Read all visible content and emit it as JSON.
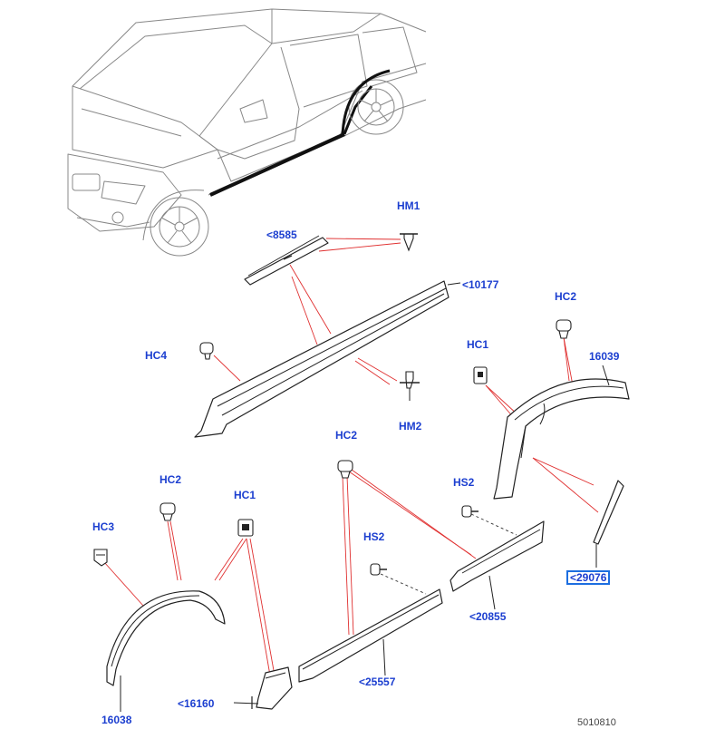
{
  "diagram": {
    "callouts": [
      {
        "id": "HM1",
        "text": "HM1"
      },
      {
        "id": "8585",
        "text": "<8585"
      },
      {
        "id": "10177",
        "text": "<10177"
      },
      {
        "id": "HC2_right",
        "text": "HC2"
      },
      {
        "id": "HC4",
        "text": "HC4"
      },
      {
        "id": "HC1_right",
        "text": "HC1"
      },
      {
        "id": "16039",
        "text": "16039"
      },
      {
        "id": "HM2",
        "text": "HM2"
      },
      {
        "id": "HC2_middle",
        "text": "HC2"
      },
      {
        "id": "HS2_right",
        "text": "HS2"
      },
      {
        "id": "HC2_left",
        "text": "HC2"
      },
      {
        "id": "HC1_left",
        "text": "HC1"
      },
      {
        "id": "HC3",
        "text": "HC3"
      },
      {
        "id": "HS2_middle",
        "text": "HS2"
      },
      {
        "id": "29076",
        "text": "<29076"
      },
      {
        "id": "20855",
        "text": "<20855"
      },
      {
        "id": "25557",
        "text": "<25557"
      },
      {
        "id": "16160",
        "text": "<16160"
      },
      {
        "id": "16038",
        "text": "16038"
      }
    ],
    "footer_code": "5010810"
  }
}
